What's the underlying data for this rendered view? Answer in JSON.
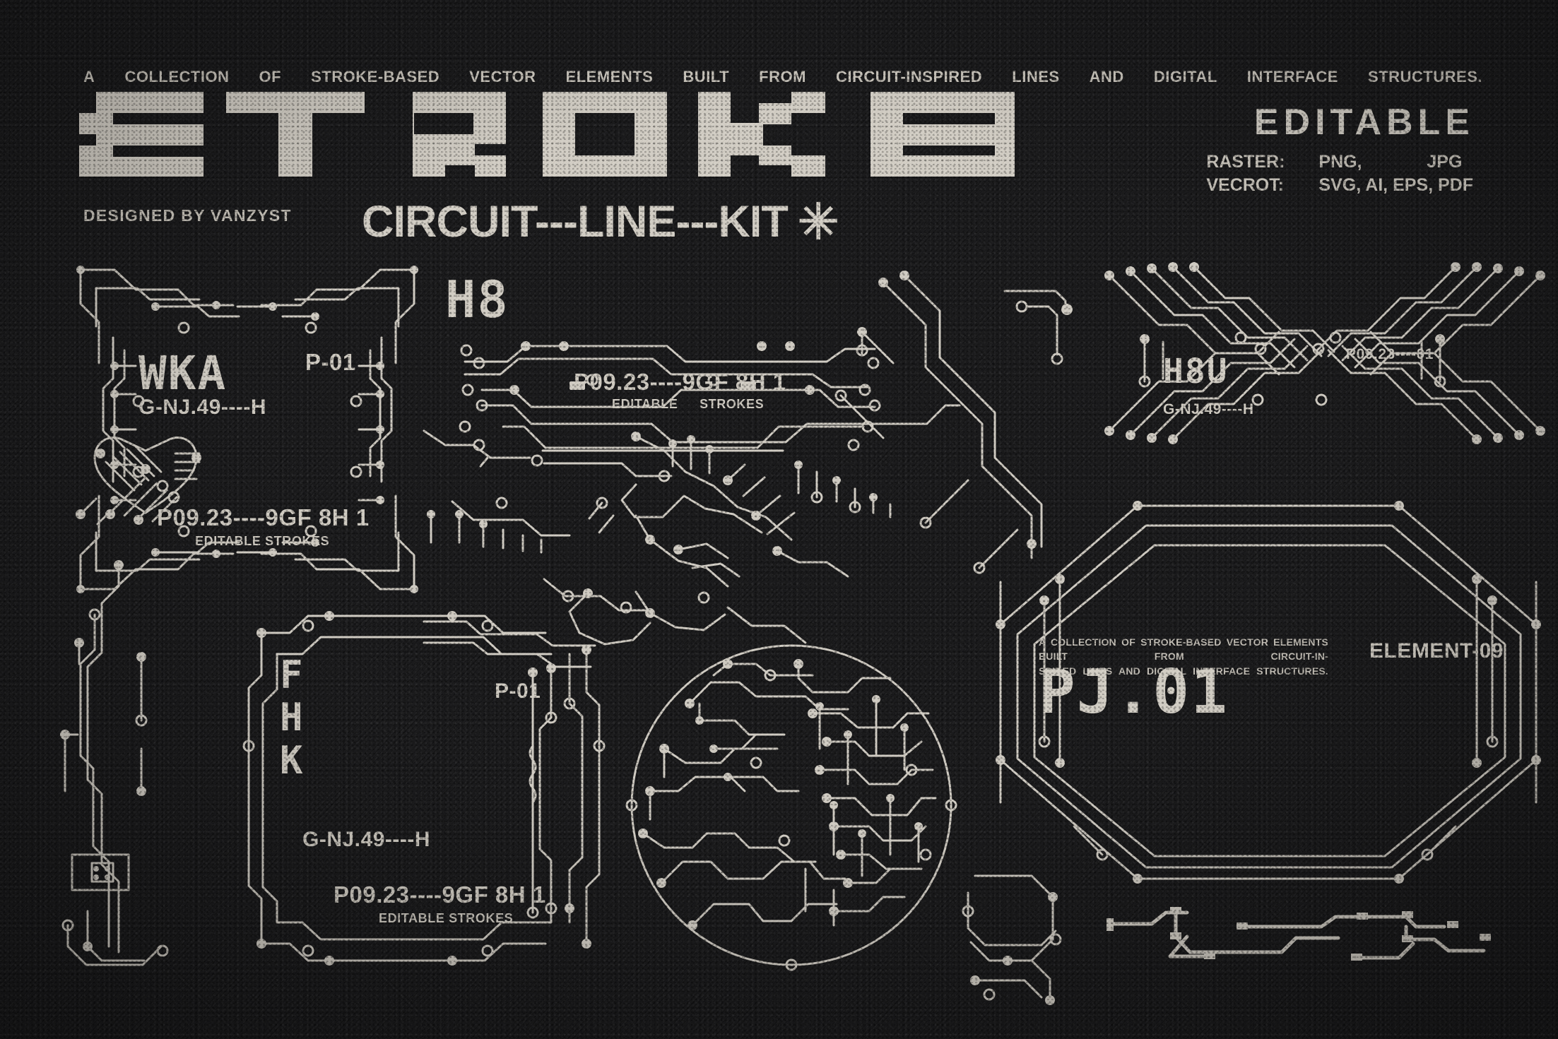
{
  "poster": {
    "background_color": "#1e1e20",
    "ink_color": "#d7d3cb",
    "tagline_words": [
      "A",
      "COLLECTION",
      "OF",
      "STROKE-BASED",
      "VECTOR",
      "ELEMENTS",
      "BUILT",
      "FROM",
      "CIRCUIT-INSPIRED",
      "LINES",
      "AND",
      "DIGITAL",
      "INTERFACE",
      "STRUCTURES."
    ],
    "title": "STROKE",
    "subtitle": "CIRCUIT---LINE---KIT",
    "subtitle_star": "✳",
    "designer_credit": "DESIGNED BY VANZYST",
    "editable_badge": "EDITABLE",
    "formats": {
      "raster_key": "RASTER:",
      "raster_values": [
        "PNG,",
        "JPG"
      ],
      "vector_key": "VECROT:",
      "vector_values": "SVG, AI, EPS, PDF"
    }
  },
  "elements": {
    "card_wka": {
      "glyph": "WKA",
      "code_right": "P-01",
      "code_sub": "G-NJ.49----H",
      "code_main": "P09.23----9GF 8H 1",
      "caption": "EDITABLE STROKES"
    },
    "bus_h8": {
      "glyph": "H8",
      "code_main": "P09.23----9GF 8H 1",
      "caption_left": "EDITABLE",
      "caption_right": "STROKES"
    },
    "x_node": {
      "glyph": "H8U",
      "code_sub": "G-NJ.49----H",
      "code_right": "P09.23----01"
    },
    "card_fhk": {
      "glyph_lines": [
        "F",
        "H",
        "K"
      ],
      "code_right": "P-01",
      "code_sub": "G-NJ.49----H",
      "code_main": "P09.23----9GF 8H 1",
      "caption": "EDITABLE STROKES"
    },
    "octagon_pj01": {
      "glyph": "PJ.01",
      "code_right": "ELEMENT-09",
      "blurb_line_1": "A COLLECTION OF STROKE-BASED VECTOR ELEMENTS BUILT FROM CIRCUIT-IN-",
      "blurb_line_2": "SPIRED LINES AND DIGITAL INTERFACE STRUCTURES."
    },
    "globe": {
      "name": "circuit-globe"
    },
    "handshake": {
      "name": "circuit-handshake"
    },
    "heart": {
      "name": "circuit-heart"
    }
  }
}
